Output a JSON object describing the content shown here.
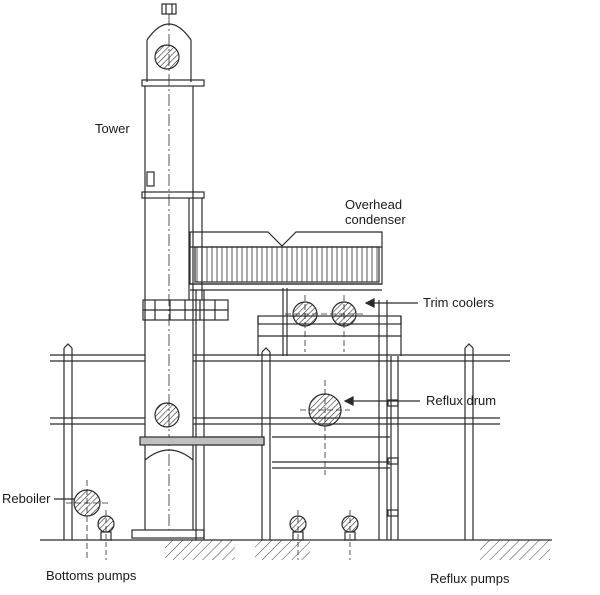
{
  "labels": {
    "tower": "Tower",
    "overhead_condenser_line1": "Overhead",
    "overhead_condenser_line2": "condenser",
    "trim_coolers": "Trim coolers",
    "reflux_drum": "Reflux drum",
    "reboiler": "Reboiler",
    "bottoms_pumps": "Bottoms pumps",
    "reflux_pumps": "Reflux pumps"
  },
  "colors": {
    "line": "#2b2b2b",
    "background": "#ffffff",
    "shade": "#bfbfbf"
  }
}
